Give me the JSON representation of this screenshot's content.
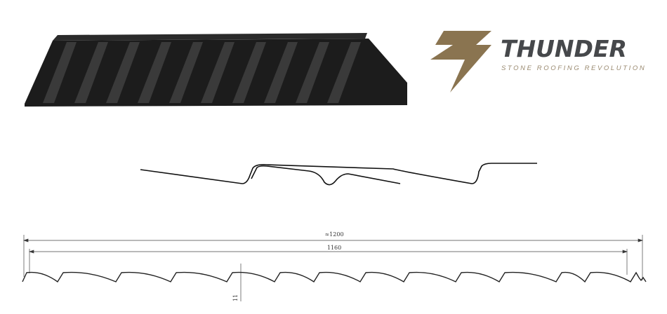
{
  "logo": {
    "brand": "THUNDER",
    "tagline": "STONE ROOFING REVOLUTION",
    "accent_color": "#8a7450",
    "text_color": "#46484b"
  },
  "dimensions": {
    "overall_width": "≈1200",
    "effective_width": "1160",
    "profile_height": "11"
  }
}
